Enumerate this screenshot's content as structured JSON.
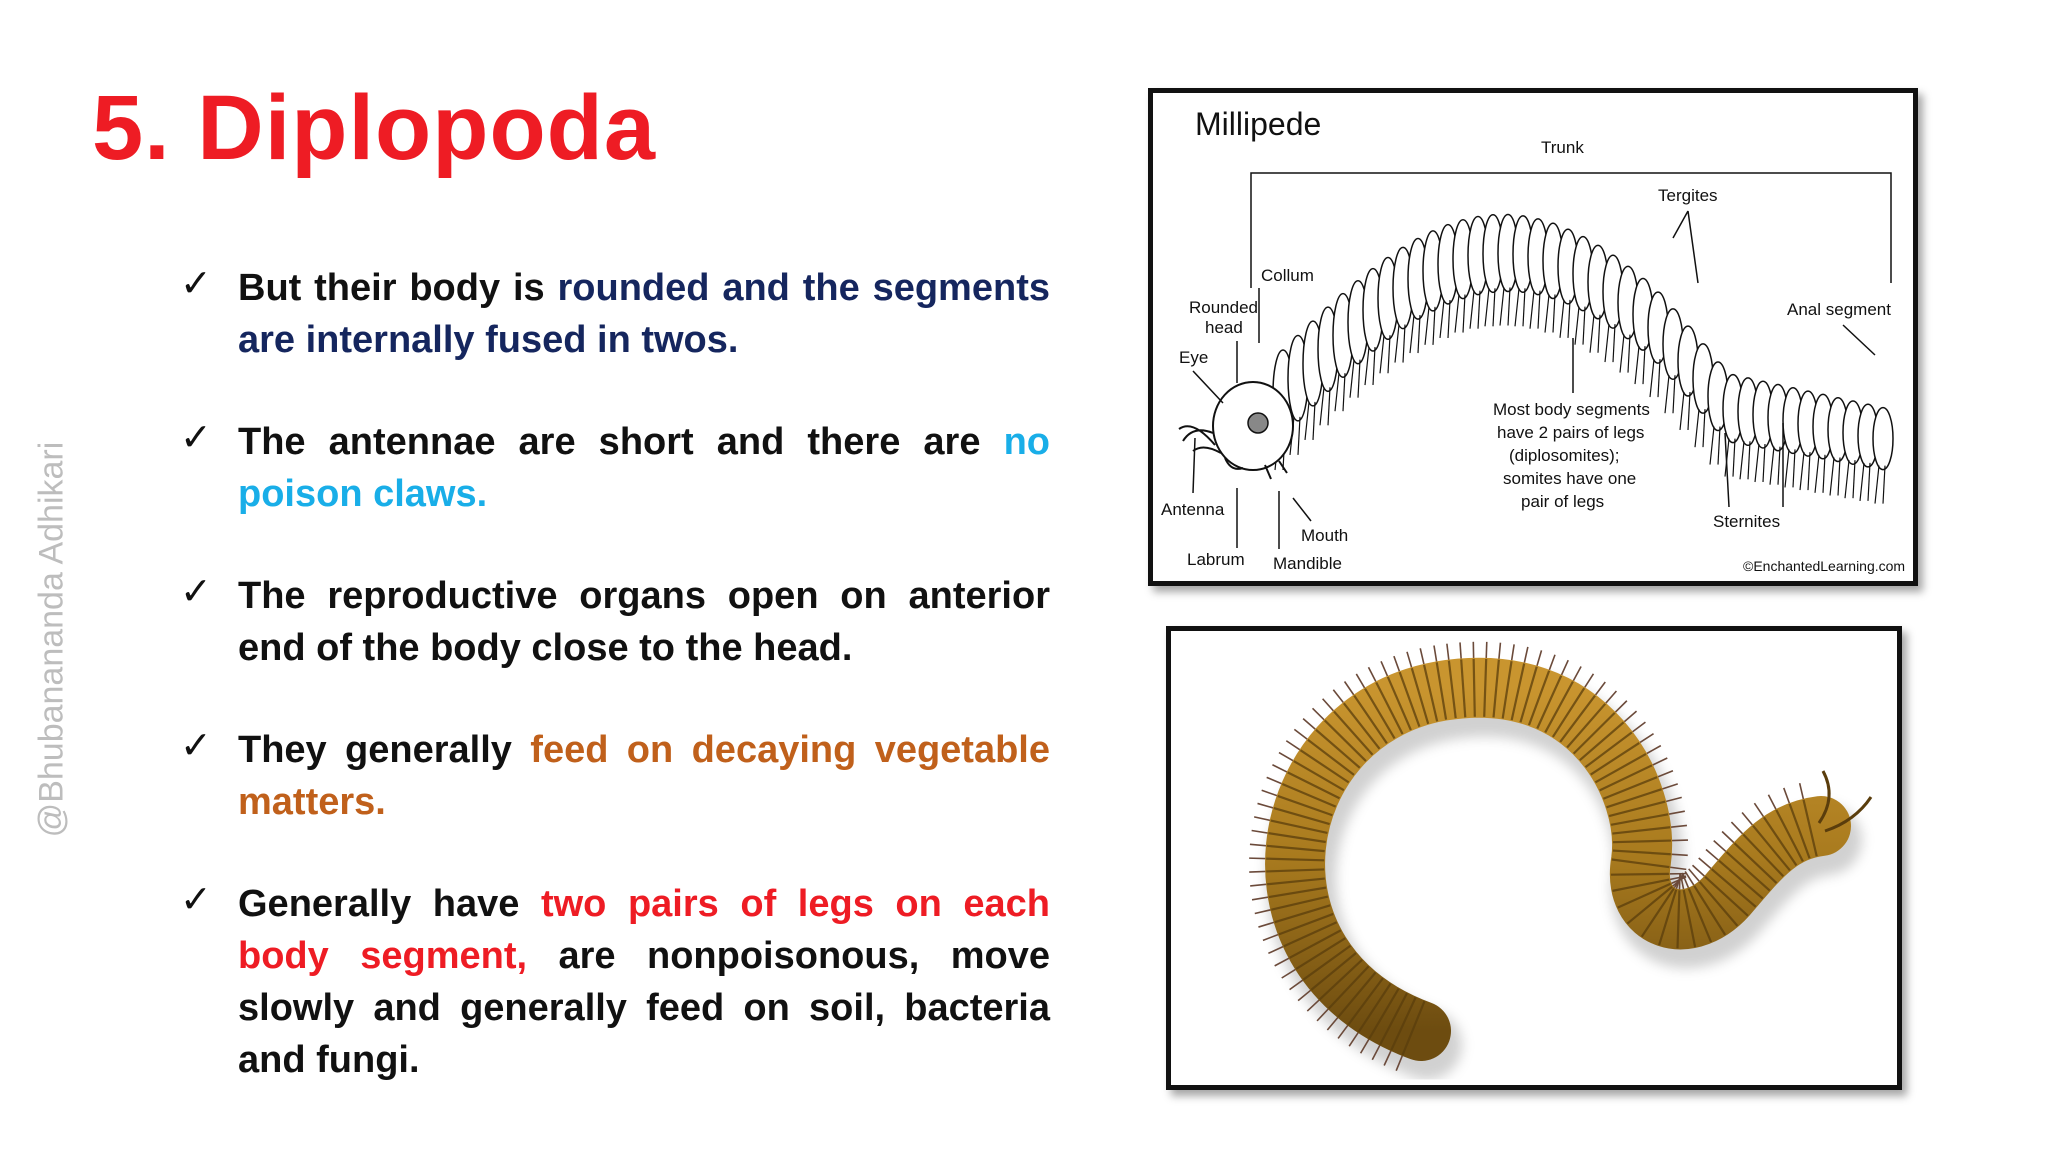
{
  "title": "5. Diplopoda",
  "watermark": "@Bhubanananda Adhikari",
  "bullets": [
    {
      "parts": [
        {
          "text": "But their body is ",
          "color": "default"
        },
        {
          "text": "rounded and the segments are internally fused in twos.",
          "color": "navy"
        }
      ]
    },
    {
      "parts": [
        {
          "text": "The antennae are short and there are ",
          "color": "default"
        },
        {
          "text": "no poison claws.",
          "color": "sky"
        }
      ]
    },
    {
      "parts": [
        {
          "text": "The reproductive organs open on anterior end of the body close to the head.",
          "color": "default"
        }
      ]
    },
    {
      "parts": [
        {
          "text": "They generally ",
          "color": "default"
        },
        {
          "text": "feed on decaying vegetable matters.",
          "color": "amber"
        }
      ]
    },
    {
      "parts": [
        {
          "text": "Generally have ",
          "color": "default"
        },
        {
          "text": "two pairs of legs on each body segment,",
          "color": "red"
        },
        {
          "text": " are nonpoisonous, move slowly and generally feed on soil, bacteria and fungi.",
          "color": "default"
        }
      ]
    }
  ],
  "diagram": {
    "title": "Millipede",
    "labels": {
      "trunk": "Trunk",
      "tergites": "Tergites",
      "collum": "Collum",
      "rounded": "Rounded",
      "head": "head",
      "eye": "Eye",
      "anal_segment": "Anal segment",
      "antenna": "Antenna",
      "labrum": "Labrum",
      "mandible": "Mandible",
      "mouth": "Mouth",
      "sternites": "Sternites",
      "note_1": "Most body segments",
      "note_2": "have 2 pairs of legs",
      "note_3": "(diplosomites);",
      "note_4": "somites have one",
      "note_5": "pair of legs",
      "credit": "©EnchantedLearning.com"
    }
  },
  "colors": {
    "title": "#ee1c24",
    "navy": "#15265e",
    "sky": "#19aee8",
    "amber": "#c0601b",
    "red": "#ee1c24",
    "body_text": "#111111",
    "watermark": "#bdbdbd",
    "millipede_body": "#a87a1e"
  },
  "icons": {
    "bullet": "checkmark-icon"
  }
}
